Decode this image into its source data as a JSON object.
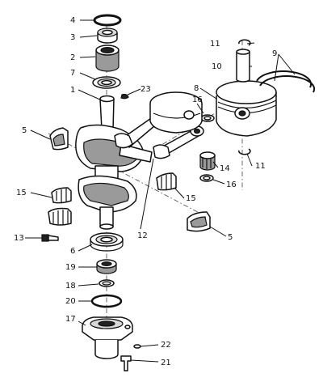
{
  "callouts": {
    "c1": "1",
    "c2": "2",
    "c3": "3",
    "c4": "4",
    "c5a": "5",
    "c5b": "5",
    "c6": "6",
    "c7": "7",
    "c8": "8",
    "c9": "9",
    "c10": "10",
    "c11a": "11",
    "c11b": "11",
    "c12": "12",
    "c13": "13",
    "c14": "14",
    "c15a": "15",
    "c15b": "15",
    "c16a": "16",
    "c16b": "16",
    "c17": "17",
    "c18": "18",
    "c19": "19",
    "c20": "20",
    "c21": "21",
    "c22": "22",
    "c23": "23"
  }
}
